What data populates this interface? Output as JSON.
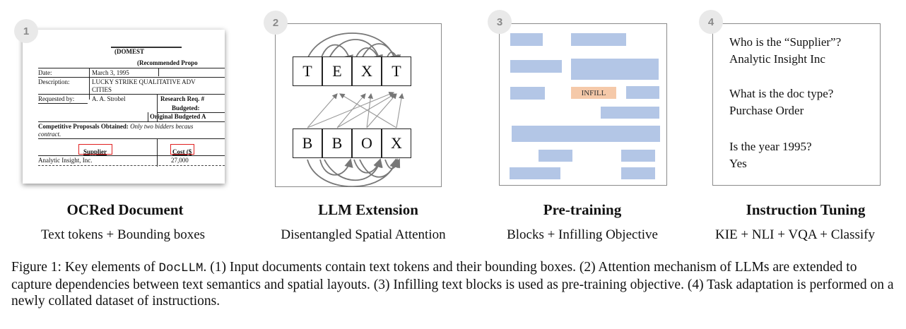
{
  "panels": [
    {
      "number": "1",
      "title": "OCRed Document",
      "subtitle": "Text tokens + Bounding boxes"
    },
    {
      "number": "2",
      "title": "LLM Extension",
      "subtitle": "Disentangled Spatial Attention"
    },
    {
      "number": "3",
      "title": "Pre-training",
      "subtitle": "Blocks + Infilling Objective"
    },
    {
      "number": "4",
      "title": "Instruction Tuning",
      "subtitle": "KIE + NLI + VQA + Classify"
    }
  ],
  "document": {
    "header1": "(DOMEST",
    "header2": "(Recommended Propo",
    "date_label": "Date:",
    "date_value": "March 3, 1995",
    "desc_label": "Description:",
    "desc_value1": "LUCKY STRIKE QUALITATIVE ADV",
    "desc_value2": "CITIES",
    "req_label": "Requested by:",
    "req_value": "A. A. Strobel",
    "research": "Research Req. #",
    "budgeted": "Budgeted:",
    "orig_budget": "Original Budgeted A",
    "competitive": "Competitive Proposals Obtained:",
    "competitive_italic": "Only two bidders becaus",
    "contract": "contract.",
    "supplier": "Supplier",
    "cost": "Cost ($",
    "row_name": "Analytic Insight, Inc.",
    "row_cost": "27,000"
  },
  "text_tokens": [
    "T",
    "E",
    "X",
    "T"
  ],
  "bbox_tokens": [
    "B",
    "B",
    "O",
    "X"
  ],
  "infill_label": "INFILL",
  "qa": [
    {
      "q": "Who is the “Supplier”?",
      "a": "Analytic Insight Inc"
    },
    {
      "q": "What is the doc type?",
      "a": "Purchase Order"
    },
    {
      "q": "Is the year 1995?",
      "a": "Yes"
    }
  ],
  "caption": {
    "prefix": "Figure 1: Key elements of ",
    "model": "DocLLM",
    "body": ". (1) Input documents contain text tokens and their bounding boxes. (2) Attention mechanism of LLMs are extended to capture dependencies between text semantics and spatial layouts. (3) Infilling text blocks is used as pre-training objective. (4) Task adaptation is performed on a newly collated dataset of instructions."
  },
  "colors": {
    "block": "#b3c6e6",
    "infill": "#f5c9a9",
    "highlight_box": "#e02020"
  }
}
